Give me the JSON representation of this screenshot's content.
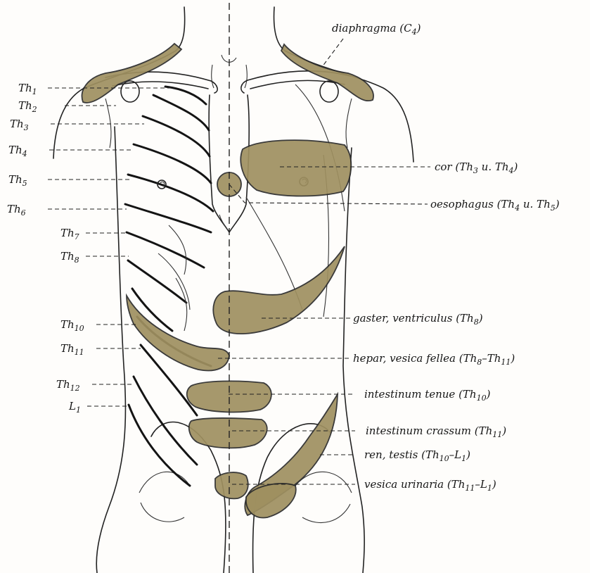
{
  "colors": {
    "zone_fill": "#9f9060",
    "line": "#222222",
    "paper": "#fefdfb"
  },
  "left_labels": [
    {
      "id": "th1",
      "main": "Th",
      "sub": "1"
    },
    {
      "id": "th2",
      "main": "Th",
      "sub": "2"
    },
    {
      "id": "th3",
      "main": "Th",
      "sub": "3"
    },
    {
      "id": "th4",
      "main": "Th",
      "sub": "4"
    },
    {
      "id": "th5",
      "main": "Th",
      "sub": "5"
    },
    {
      "id": "th6",
      "main": "Th",
      "sub": "6"
    },
    {
      "id": "th7",
      "main": "Th",
      "sub": "7"
    },
    {
      "id": "th8",
      "main": "Th",
      "sub": "8"
    },
    {
      "id": "th10",
      "main": "Th",
      "sub": "10"
    },
    {
      "id": "th11",
      "main": "Th",
      "sub": "11"
    },
    {
      "id": "th12",
      "main": "Th",
      "sub": "12"
    },
    {
      "id": "l1",
      "main": "L",
      "sub": "1"
    }
  ],
  "right_labels": {
    "diaphragma": {
      "a": "diaphragma (C",
      "s1": "4",
      "b": ")"
    },
    "cor": {
      "a": "cor (Th",
      "s1": "3",
      "b": " u. Th",
      "s2": "4",
      "c": ")"
    },
    "oesophagus": {
      "a": "oesophagus (Th",
      "s1": "4",
      "b": " u. Th",
      "s2": "5",
      "c": ")"
    },
    "gaster": {
      "a": "gaster, ventriculus (Th",
      "s1": "8",
      "b": ")"
    },
    "hepar": {
      "a": "hepar, vesica fellea (Th",
      "s1": "8",
      "b": "–Th",
      "s2": "11",
      "c": ")"
    },
    "intestinum_tenue": {
      "a": "intestinum tenue (Th",
      "s1": "10",
      "b": ")"
    },
    "intestinum_crassum": {
      "a": "intestinum crassum (Th",
      "s1": "11",
      "b": ")"
    },
    "ren": {
      "a": "ren, testis (Th",
      "s1": "10",
      "b": "–L",
      "s2": "1",
      "c": ")"
    },
    "vesica": {
      "a": "vesica urinaria (Th",
      "s1": "11",
      "b": "–L",
      "s2": "1",
      "c": ")"
    }
  }
}
